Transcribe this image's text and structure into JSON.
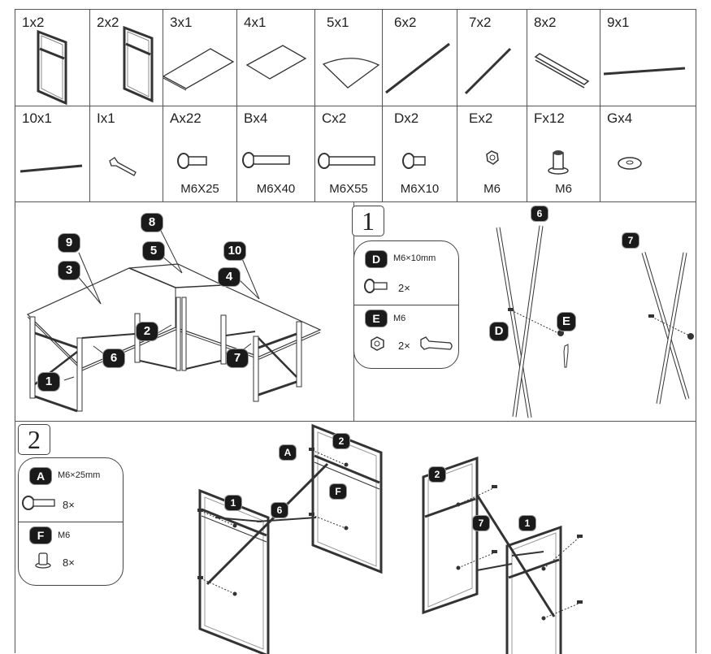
{
  "document": {
    "title": "Assembly instructions - L-shaped desk",
    "parts_row_1": [
      {
        "id": "1",
        "label": "1x2",
        "qty": "2",
        "icon": "leg-frame-icon"
      },
      {
        "id": "2",
        "label": "2x2",
        "qty": "2",
        "icon": "leg-frame-icon"
      },
      {
        "id": "3",
        "label": "3x1",
        "qty": "1",
        "icon": "desktop-panel-icon"
      },
      {
        "id": "4",
        "label": "4x1",
        "qty": "1",
        "icon": "desktop-panel-icon"
      },
      {
        "id": "5",
        "label": "5x1",
        "qty": "1",
        "icon": "corner-panel-icon"
      },
      {
        "id": "6",
        "label": "6x2",
        "qty": "2",
        "icon": "cross-bar-icon"
      },
      {
        "id": "7",
        "label": "7x2",
        "qty": "2",
        "icon": "cross-bar-icon"
      },
      {
        "id": "8",
        "label": "8x2",
        "qty": "2",
        "icon": "connector-bracket-icon"
      },
      {
        "id": "9",
        "label": "9x1",
        "qty": "1",
        "icon": "support-bar-icon"
      }
    ],
    "parts_row_2": [
      {
        "id": "10",
        "label": "10x1",
        "qty": "1",
        "icon": "support-bar-icon",
        "spec": ""
      },
      {
        "id": "I",
        "label": "Ix1",
        "qty": "1",
        "icon": "wrench-icon",
        "spec": ""
      },
      {
        "id": "A",
        "label": "Ax22",
        "qty": "22",
        "icon": "screw-icon",
        "spec": "M6X25"
      },
      {
        "id": "B",
        "label": "Bx4",
        "qty": "4",
        "icon": "screw-icon",
        "spec": "M6X40"
      },
      {
        "id": "C",
        "label": "Cx2",
        "qty": "2",
        "icon": "screw-icon",
        "spec": "M6X55"
      },
      {
        "id": "D",
        "label": "Dx2",
        "qty": "2",
        "icon": "screw-icon",
        "spec": "M6X10"
      },
      {
        "id": "E",
        "label": "Ex2",
        "qty": "2",
        "icon": "hex-nut-icon",
        "spec": "M6"
      },
      {
        "id": "F",
        "label": "Fx12",
        "qty": "12",
        "icon": "barrel-nut-icon",
        "spec": "M6"
      },
      {
        "id": "G",
        "label": "Gx4",
        "qty": "4",
        "icon": "washer-icon",
        "spec": ""
      }
    ],
    "overview": {
      "callouts": [
        "9",
        "3",
        "8",
        "5",
        "10",
        "4",
        "2",
        "6",
        "7",
        "1"
      ]
    },
    "step1": {
      "number": "1",
      "hardware": [
        {
          "badge": "D",
          "spec": "M6×10mm",
          "qty": "2×",
          "icon": "screw-icon"
        },
        {
          "badge": "E",
          "spec": "M6",
          "qty": "2×",
          "icon": "hex-nut-icon",
          "tool": "wrench-icon"
        }
      ],
      "callouts": {
        "part_a": "6",
        "part_b": "7",
        "screw": "D",
        "nut": "E"
      }
    },
    "step2": {
      "number": "2",
      "hardware": [
        {
          "badge": "A",
          "spec": "M6×25mm",
          "qty": "8×",
          "icon": "screw-icon"
        },
        {
          "badge": "F",
          "spec": "M6",
          "qty": "8×",
          "icon": "barrel-nut-icon"
        }
      ],
      "callouts_left": {
        "frame_front": "1",
        "frame_back": "2",
        "bar": "6",
        "screw": "A",
        "nut": "F"
      },
      "callouts_right": {
        "frame_back": "2",
        "frame_front": "1",
        "bar": "7"
      }
    }
  }
}
